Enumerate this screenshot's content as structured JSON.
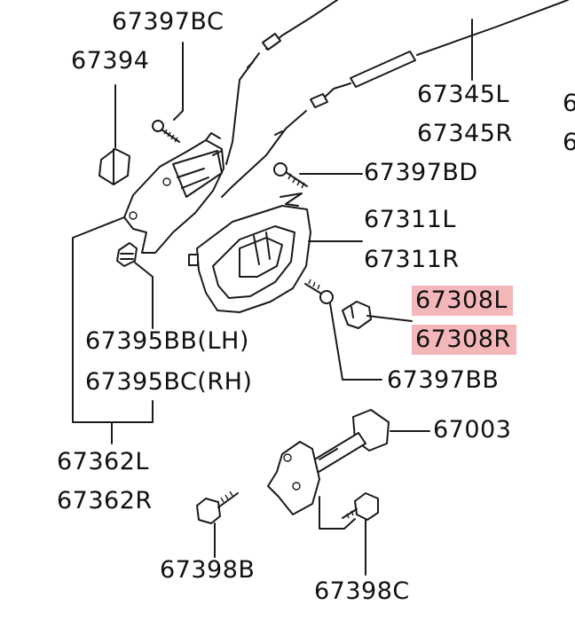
{
  "colors": {
    "highlight": "#f3b7b9",
    "ink": "#1a1a1a"
  },
  "labels": {
    "p67397BC": "67397BC",
    "p67394": "67394",
    "p67345L": "67345L",
    "p67345R": "67345R",
    "p67397BD": "67397BD",
    "p67311L": "67311L",
    "p67311R": "67311R",
    "p67308L": "67308L",
    "p67308R": "67308R",
    "p67395BB": "67395BB(LH)",
    "p67395BC": "67395BC(RH)",
    "p67397BB": "67397BB",
    "p67003": "67003",
    "p67362L": "67362L",
    "p67362R": "67362R",
    "p67398B": "67398B",
    "p67398C": "67398C",
    "edge1": "6",
    "edge2": "6"
  }
}
